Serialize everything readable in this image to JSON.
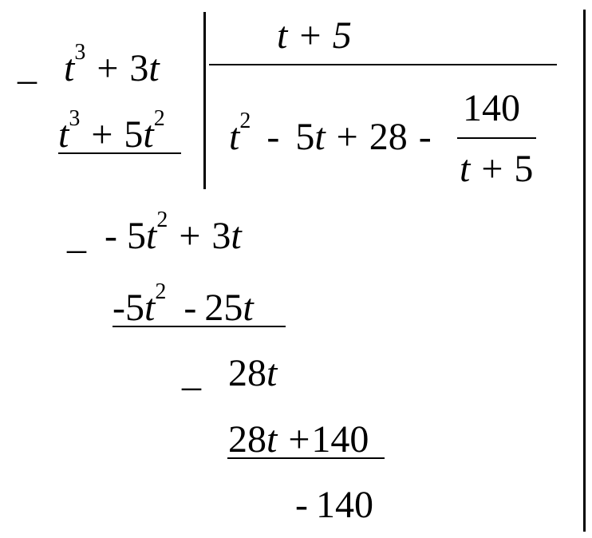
{
  "divisor": "t + 5",
  "dividend": {
    "leading_sign": "_",
    "t_var": "t",
    "t_exp": "3",
    "plus": "+",
    "coef3": "3",
    "t_tail": "t"
  },
  "subtract1": {
    "t_var": "t",
    "t_exp": "3",
    "plus": "+",
    "coef5": "5",
    "t_var2": "t",
    "t_exp2": "2"
  },
  "quotient": {
    "t_var": "t",
    "t_exp": "2",
    "minus1": "-",
    "term2": "5",
    "t_var2": "t",
    "plus": "+",
    "const": "28",
    "minus2": "-",
    "frac_num": "140",
    "frac_den_t": "t",
    "frac_den_plus": "+",
    "frac_den_5": "5"
  },
  "row3": {
    "sign": "_",
    "minus": "-",
    "coef": "5",
    "t_var": "t",
    "t_exp": "2",
    "plus": "+",
    "coef2": "3",
    "t_var2": "t"
  },
  "row4": {
    "minus": "-",
    "coef": "5",
    "t_var": "t",
    "t_exp": "2",
    "minus2": "-",
    "coef2": "25",
    "t_var2": "t"
  },
  "row5": {
    "sign": "_",
    "coef": "28",
    "t_var": "t"
  },
  "row6": {
    "coef": "28",
    "t_var": "t",
    "plus": "+",
    "const": "140"
  },
  "remainder": {
    "minus": "-",
    "value": "140"
  }
}
